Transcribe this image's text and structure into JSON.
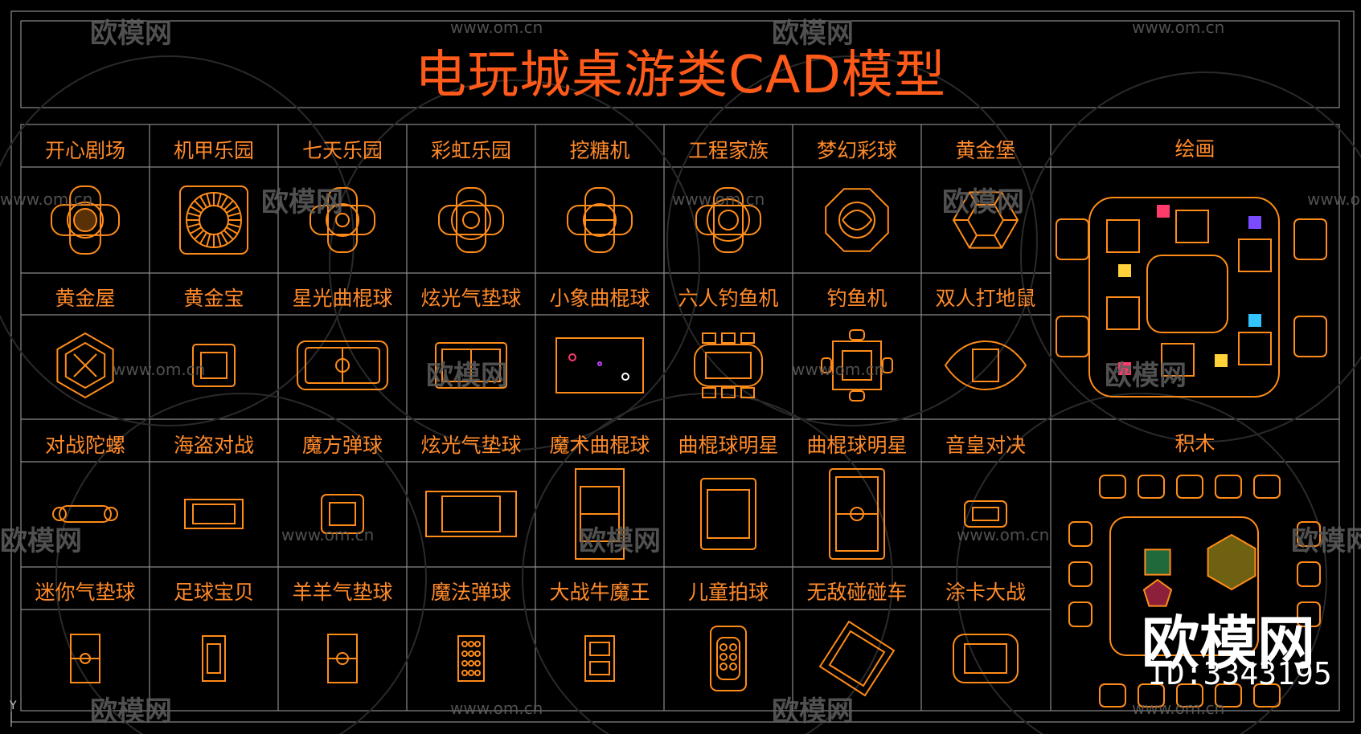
{
  "title": "电玩城桌游类CAD模型",
  "rows": [
    [
      "开心剧场",
      "机甲乐园",
      "七天乐园",
      "彩虹乐园",
      "挖糖机",
      "工程家族",
      "梦幻彩球",
      "黄金堡"
    ],
    [
      "黄金屋",
      "黄金宝",
      "星光曲棍球",
      "炫光气垫球",
      "小象曲棍球",
      "六人钓鱼机",
      "钓鱼机",
      "双人打地鼠"
    ],
    [
      "对战陀螺",
      "海盗对战",
      "魔方弹球",
      "炫光气垫球",
      "魔术曲棍球",
      "曲棍球明星",
      "曲棍球明星",
      "音皇对决"
    ],
    [
      "迷你气垫球",
      "足球宝贝",
      "羊羊气垫球",
      "魔法弹球",
      "大战牛魔王",
      "儿童拍球",
      "无敌碰碰车",
      "涂卡大战"
    ]
  ],
  "side_labels": [
    "绘画",
    "积木"
  ],
  "watermark": {
    "brand": "欧模网",
    "url": "www.om.cn",
    "partial_brand": "模网"
  },
  "brand_logo": "欧模网",
  "brand_id": "ID:3343195",
  "axis_marker": "Y",
  "colors": {
    "line": "#ff8c1a",
    "title": "#ff5a1a",
    "label": "#ff8a2a",
    "frame": "#8a8a8a",
    "bg": "#000000",
    "watermark": "#5e5e5e"
  }
}
